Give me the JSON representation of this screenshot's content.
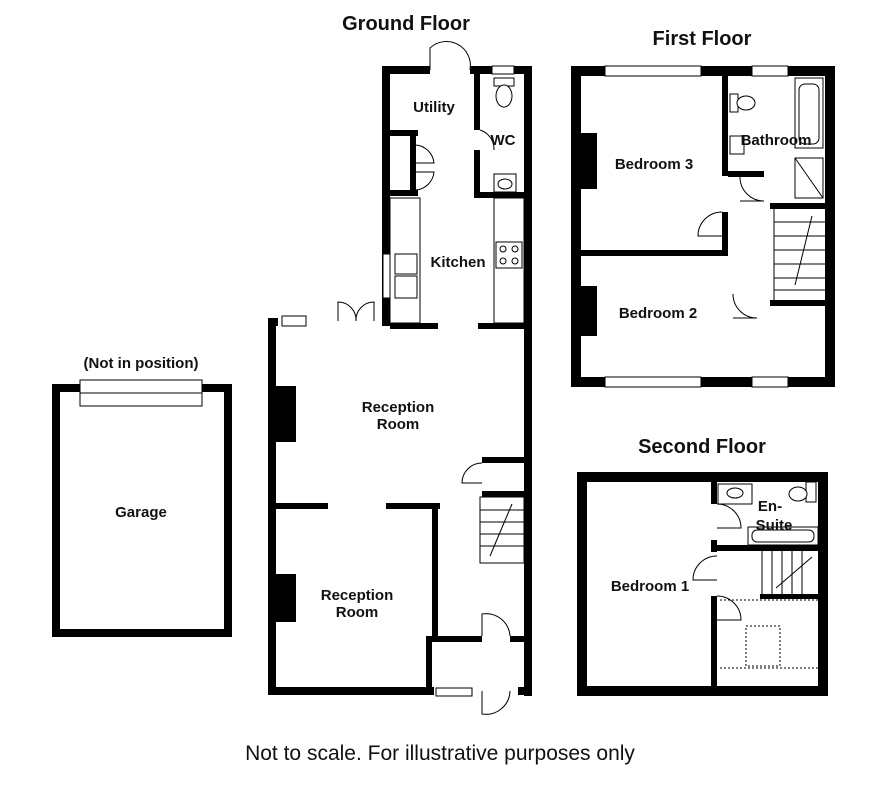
{
  "titles": {
    "ground": "Ground Floor",
    "first": "First Floor",
    "second": "Second Floor"
  },
  "garage": {
    "note": "(Not in position)",
    "label": "Garage"
  },
  "ground_rooms": {
    "utility": "Utility",
    "wc": "WC",
    "kitchen": "Kitchen",
    "reception_1_line1": "Reception",
    "reception_1_line2": "Room",
    "reception_2_line1": "Reception",
    "reception_2_line2": "Room"
  },
  "first_rooms": {
    "bedroom3": "Bedroom 3",
    "bathroom": "Bathroom",
    "bedroom2": "Bedroom 2"
  },
  "second_rooms": {
    "bedroom1": "Bedroom 1",
    "ensuite_line1": "En-",
    "ensuite_line2": "Suite"
  },
  "footer": "Not to scale. For illustrative purposes only"
}
